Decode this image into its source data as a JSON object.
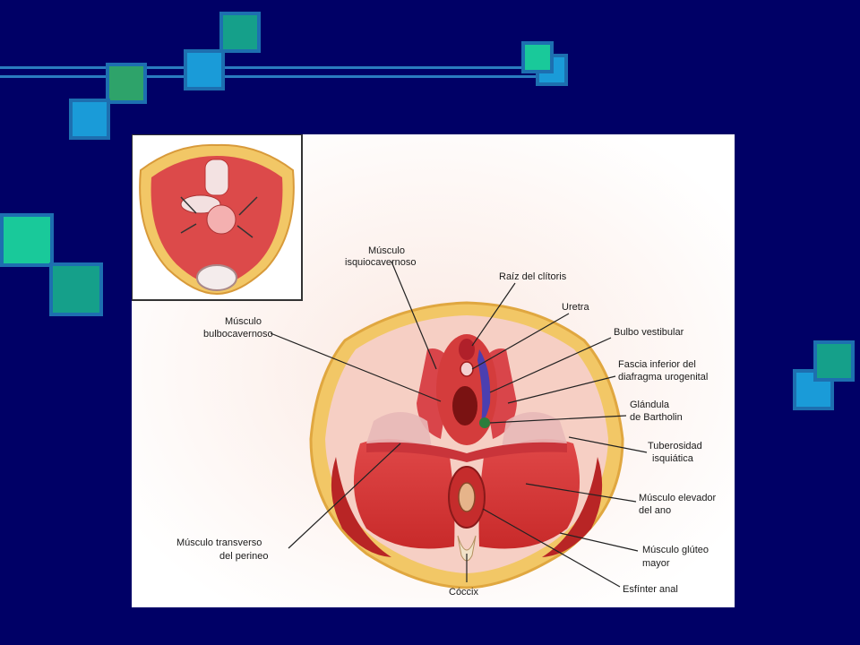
{
  "colors": {
    "background": "#000066",
    "accent_blue": "#1a9bd8",
    "accent_teal": "#15a08a",
    "accent_green": "#2ea36a",
    "accent_mint": "#19c99a",
    "muscle_red": "#d83a3a",
    "fat_yellow": "#f2c766"
  },
  "labels": {
    "isquiocavernoso_1": "Músculo",
    "isquiocavernoso_2": "isquiocavernoso",
    "raiz_clitoris": "Raíz del clítoris",
    "uretra": "Uretra",
    "bulbo_vestibular": "Bulbo vestibular",
    "fascia_1": "Fascia inferior del",
    "fascia_2": "diafragma urogenital",
    "glandula_1": "Glándula",
    "glandula_2": "de Bartholin",
    "bulbocavernoso_1": "Músculo",
    "bulbocavernoso_2": "bulbocavernoso",
    "tuberosidad_1": "Tuberosidad",
    "tuberosidad_2": "isquiática",
    "elevador_1": "Músculo elevador",
    "elevador_2": "del ano",
    "transverso_1": "Músculo transverso",
    "transverso_2": "del perineo",
    "gluteo_1": "Músculo glúteo",
    "gluteo_2": "mayor",
    "coccix": "Cóccix",
    "esfinter": "Esfínter anal"
  }
}
